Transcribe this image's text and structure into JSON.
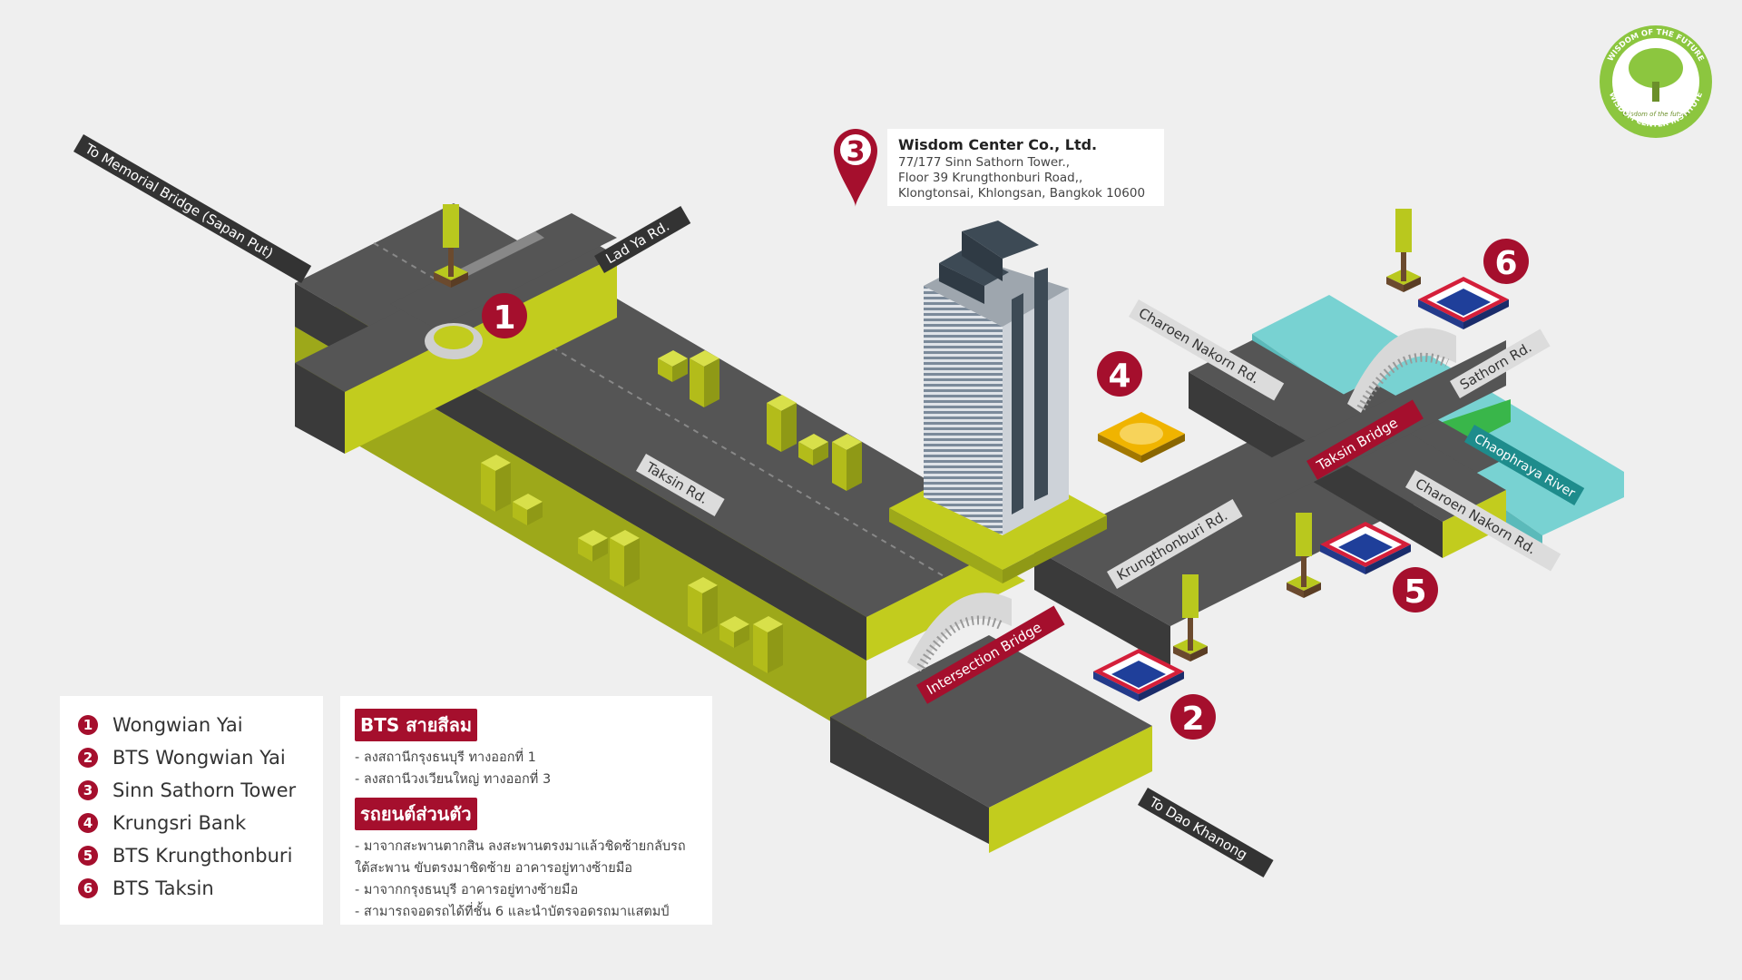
{
  "colors": {
    "background": "#efefef",
    "road_top": "#555555",
    "road_side": "#3a3a3a",
    "grass": "#c2cc1e",
    "grass_dark": "#8f9916",
    "brand_red": "#a50f2d",
    "river": "#78d2d2",
    "river_label": "#1e8c8c",
    "label_grey": "#dcdcdc",
    "logo_green": "#8cc63f"
  },
  "logo": {
    "text_top": "WISDOM OF THE FUTURE",
    "text_bottom": "WISDOM CENTER INSTITUTE",
    "tagline": "Wisdom of the future"
  },
  "address": {
    "marker_number": "3",
    "company": "Wisdom Center Co., Ltd.",
    "lines": [
      "77/177 Sinn Sathorn Tower.,",
      "Floor 39 Krungthonburi Road,,",
      "Klongtonsai, Khlongsan, Bangkok 10600"
    ]
  },
  "road_labels": {
    "memorial": "To Memorial Bridge (Sapan Put)",
    "lad_ya": "Lad Ya Rd.",
    "taksin_rd": "Taksin Rd.",
    "intersection_bridge": "Intersection Bridge",
    "krungthonburi_rd": "Krungthonburi Rd.",
    "charoen_nakorn_1": "Charoen Nakorn Rd.",
    "charoen_nakorn_2": "Charoen Nakorn Rd.",
    "taksin_bridge": "Taksin Bridge",
    "sathorn_rd": "Sathorn Rd.",
    "chaophraya": "Chaophraya River",
    "dao_khanong": "To Dao Khanong"
  },
  "markers": [
    "1",
    "2",
    "4",
    "5",
    "6"
  ],
  "legend": {
    "items": [
      {
        "num": "1",
        "label": "Wongwian Yai"
      },
      {
        "num": "2",
        "label": "BTS Wongwian Yai"
      },
      {
        "num": "3",
        "label": "Sinn Sathorn Tower"
      },
      {
        "num": "4",
        "label": "Krungsri Bank"
      },
      {
        "num": "5",
        "label": "BTS Krungthonburi"
      },
      {
        "num": "6",
        "label": "BTS Taksin"
      }
    ]
  },
  "directions": {
    "bts_heading": "BTS สายสีลม",
    "bts_lines": [
      "- ลงสถานีกรุงธนบุรี ทางออกที่ 1",
      "- ลงสถานีวงเวียนใหญ่ ทางออกที่ 3"
    ],
    "car_heading": "รถยนต์ส่วนตัว",
    "car_lines": [
      "- มาจากสะพานตากสิน ลงสะพานตรงมาแล้วชิดซ้ายกลับรถ",
      "ใต้สะพาน ขับตรงมาชิดซ้าย อาคารอยู่ทางซ้ายมือ",
      "- มาจากกรุงธนบุรี อาคารอยู่ทางซ้ายมือ",
      "- สามารถจอดรถได้ที่ชั้น 6 และนำบัตรจอดรถมาแสตมป์"
    ]
  }
}
